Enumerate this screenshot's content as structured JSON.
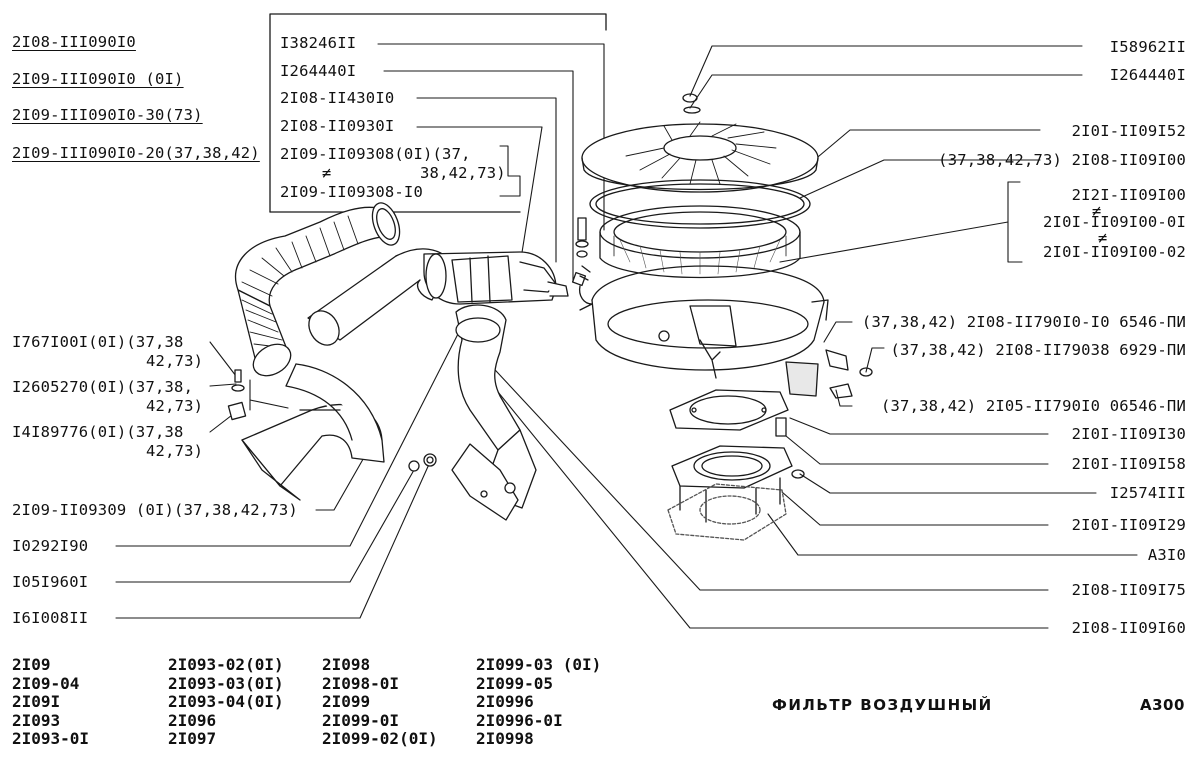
{
  "models_header": [
    "2I08-III090I0",
    "2I09-III090I0 (0I)",
    "2I09-III090I0-30(73)",
    "2I09-III090I0-20(37,38,42)"
  ],
  "box_labels": {
    "l1": "I38246II",
    "l2": "I264440I",
    "l3": "2I08-II430I0",
    "l4": "2I08-II0930I",
    "l5": "2I09-II09308(0I)(37,",
    "l6": "38,42,73)",
    "l7": "2I09-II09308-I0",
    "neq": "≠"
  },
  "right_labels": {
    "r1": "I58962II",
    "r2": "I264440I",
    "r3": "2I0I-II09I52",
    "r4": "(37,38,42,73) 2I08-II09I00",
    "r5": "2I2I-II09I00",
    "r6": "2I0I-II09I00-0I",
    "r7": "2I0I-II09I00-02",
    "r8": "(37,38,42) 2I08-II790I0-I0 6546-ПИ",
    "r9": "(37,38,42) 2I08-II79038 6929-ПИ",
    "r10": "(37,38,42) 2I05-II790I0 06546-ПИ",
    "r11": "2I0I-II09I30",
    "r12": "2I0I-II09I58",
    "r13": "I2574III",
    "r14": "2I0I-II09I29",
    "r15": "A3I0",
    "r16": "2I08-II09I75",
    "r17": "2I08-II09I60",
    "neq": "≠"
  },
  "left_labels": {
    "a1": "I767I00I(0I)(37,38",
    "a2": "42,73)",
    "b1": "I2605270(0I)(37,38,",
    "b2": "42,73)",
    "c1": "I4I89776(0I)(37,38",
    "c2": "42,73)",
    "d1": "2I09-II09309 (0I)(37,38,42,73)",
    "e1": "I0292I90",
    "f1": "I05I960I",
    "g1": "I6I008II"
  },
  "applicability_columns": [
    [
      "2I09",
      "2I09-04",
      "2I09I",
      "2I093",
      "2I093-0I"
    ],
    [
      "2I093-02(0I)",
      "2I093-03(0I)",
      "2I093-04(0I)",
      "2I096",
      "2I097"
    ],
    [
      "2I098",
      "2I098-0I",
      "2I099",
      "2I099-0I",
      "2I099-02(0I)"
    ],
    [
      "2I099-03 (0I)",
      "2I099-05",
      "2I0996",
      "2I0996-0I",
      "2I0998"
    ]
  ],
  "title": "ФИЛЬТР ВОЗДУШНЫЙ",
  "page_code": "A300"
}
